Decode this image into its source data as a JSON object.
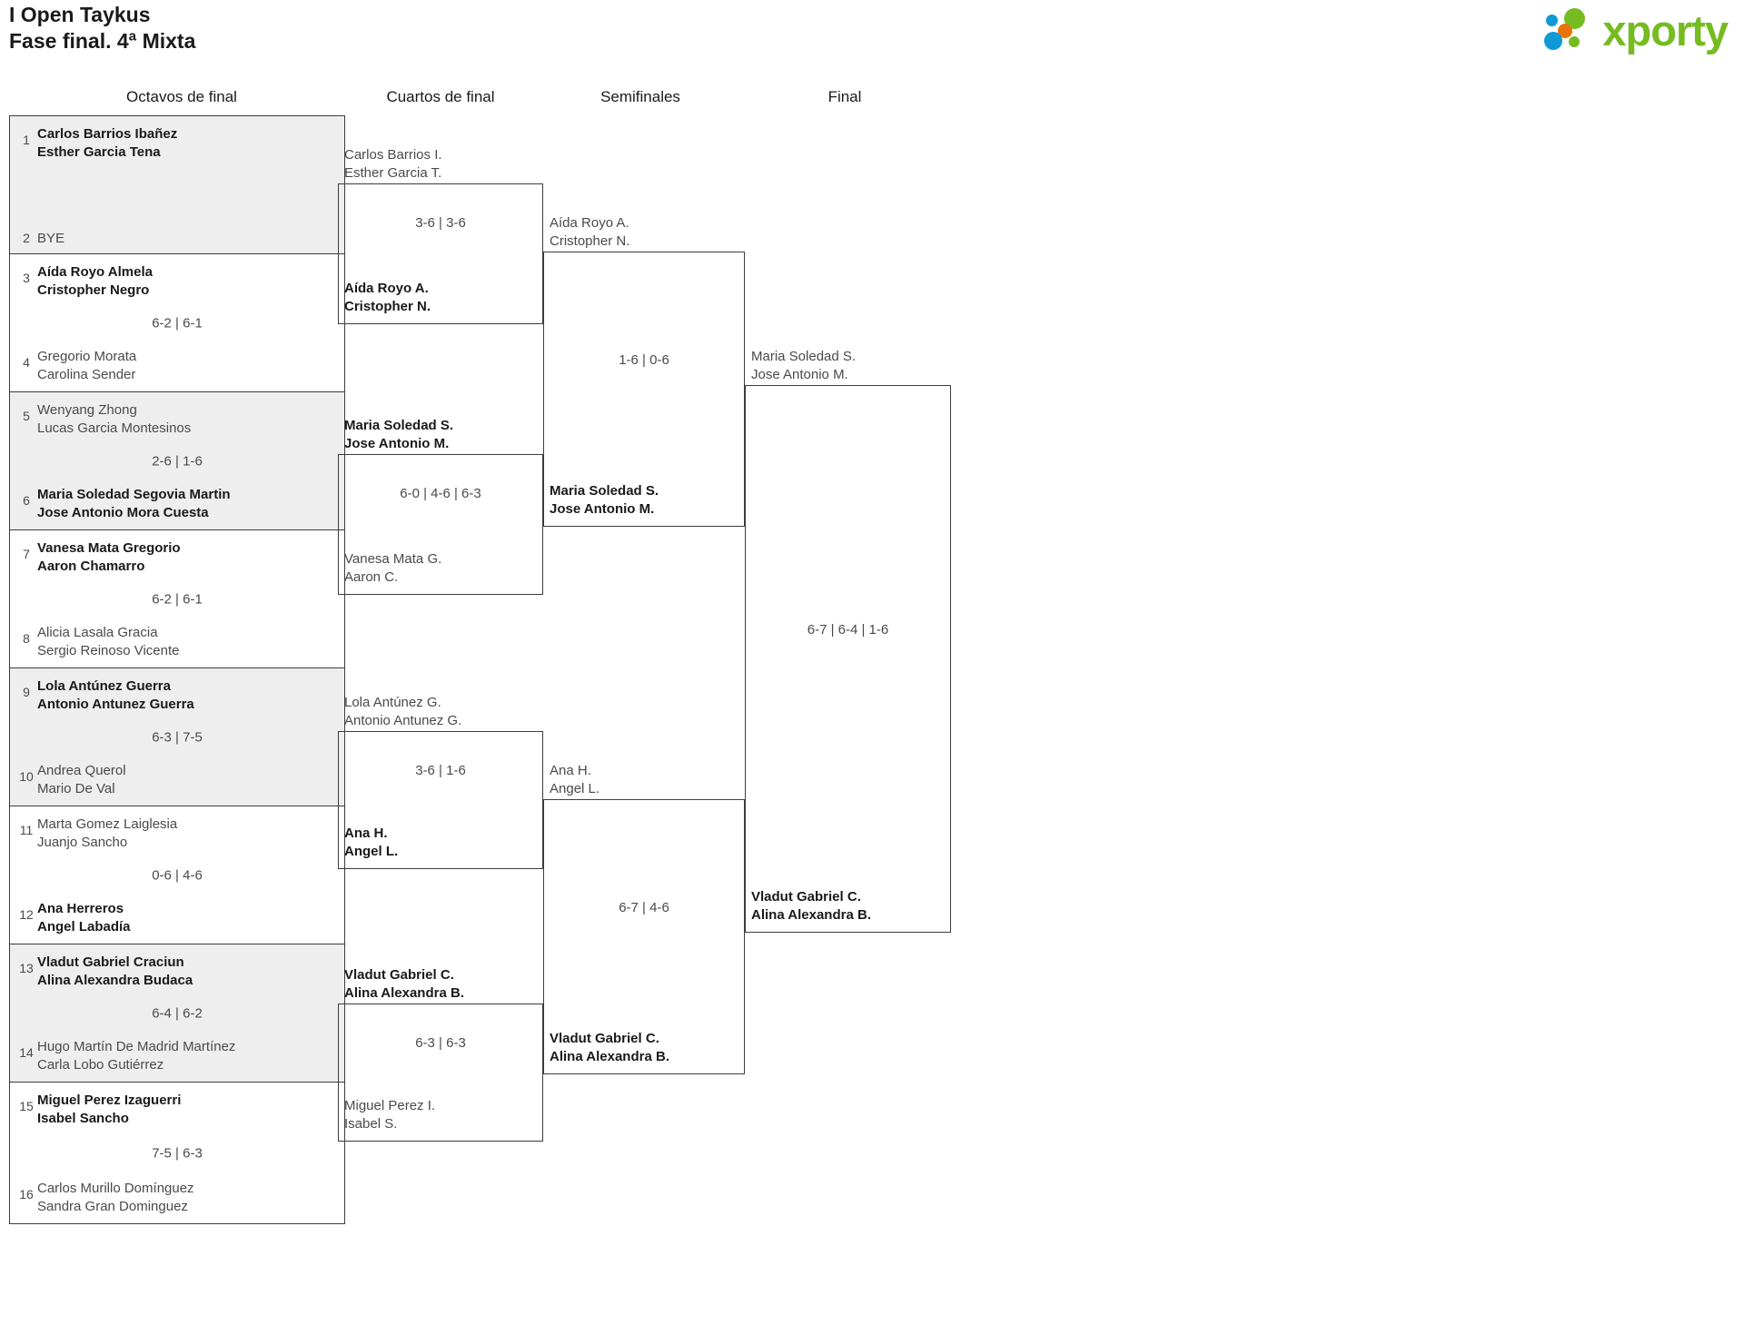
{
  "header": {
    "title_line1": "I Open Taykus",
    "title_line2": "Fase final. 4ª Mixta",
    "brand": "xporty",
    "brand_colors": {
      "green": "#76bc21",
      "blue": "#0f9ad6",
      "orange": "#e8730c"
    }
  },
  "rounds": [
    {
      "label": "Octavos de final"
    },
    {
      "label": "Cuartos de final"
    },
    {
      "label": "Semifinales"
    },
    {
      "label": "Final"
    }
  ],
  "round1": {
    "matches": [
      {
        "top": {
          "seed": "1",
          "p1": "Carlos Barrios Ibañez",
          "p2": "Esther Garcia Tena",
          "winner": true
        },
        "bottom": {
          "seed": "2",
          "bye": "BYE",
          "winner": false
        },
        "score": ""
      },
      {
        "top": {
          "seed": "3",
          "p1": "Aída Royo Almela",
          "p2": "Cristopher Negro",
          "winner": true
        },
        "bottom": {
          "seed": "4",
          "p1": "Gregorio Morata",
          "p2": "Carolina Sender",
          "winner": false
        },
        "score": "6-2 | 6-1"
      },
      {
        "top": {
          "seed": "5",
          "p1": "Wenyang Zhong",
          "p2": "Lucas Garcia Montesinos",
          "winner": false
        },
        "bottom": {
          "seed": "6",
          "p1": "Maria Soledad Segovia Martin",
          "p2": "Jose Antonio Mora Cuesta",
          "winner": true
        },
        "score": "2-6 | 1-6"
      },
      {
        "top": {
          "seed": "7",
          "p1": "Vanesa Mata Gregorio",
          "p2": "Aaron Chamarro",
          "winner": true
        },
        "bottom": {
          "seed": "8",
          "p1": "Alicia Lasala Gracia",
          "p2": "Sergio Reinoso Vicente",
          "winner": false
        },
        "score": "6-2 | 6-1"
      },
      {
        "top": {
          "seed": "9",
          "p1": "Lola Antúnez Guerra",
          "p2": "Antonio Antunez Guerra",
          "winner": true
        },
        "bottom": {
          "seed": "10",
          "p1": "Andrea Querol",
          "p2": "Mario De Val",
          "winner": false
        },
        "score": "6-3 | 7-5"
      },
      {
        "top": {
          "seed": "11",
          "p1": "Marta Gomez Laiglesia",
          "p2": "Juanjo Sancho",
          "winner": false
        },
        "bottom": {
          "seed": "12",
          "p1": "Ana Herreros",
          "p2": "Angel Labadía",
          "winner": true
        },
        "score": "0-6 | 4-6"
      },
      {
        "top": {
          "seed": "13",
          "p1": "Vladut Gabriel Craciun",
          "p2": "Alina Alexandra Budaca",
          "winner": true
        },
        "bottom": {
          "seed": "14",
          "p1": "Hugo Martín De Madrid Martínez",
          "p2": "Carla Lobo Gutiérrez",
          "winner": false
        },
        "score": "6-4 | 6-2"
      },
      {
        "top": {
          "seed": "15",
          "p1": "Miguel Perez Izaguerri",
          "p2": "Isabel Sancho",
          "winner": true
        },
        "bottom": {
          "seed": "16",
          "p1": "Carlos Murillo Domínguez",
          "p2": "Sandra Gran Dominguez",
          "winner": false
        },
        "score": "7-5 | 6-3"
      }
    ]
  },
  "round2": {
    "matches": [
      {
        "top": {
          "p1": "Carlos Barrios I.",
          "p2": "Esther Garcia T.",
          "winner": false
        },
        "bottom": {
          "p1": "Aída Royo A.",
          "p2": "Cristopher N.",
          "winner": true
        },
        "score": "3-6 | 3-6"
      },
      {
        "top": {
          "p1": "Maria Soledad S.",
          "p2": "Jose Antonio M.",
          "winner": true
        },
        "bottom": {
          "p1": "Vanesa Mata G.",
          "p2": "Aaron C.",
          "winner": false
        },
        "score": "6-0 | 4-6 | 6-3"
      },
      {
        "top": {
          "p1": "Lola Antúnez G.",
          "p2": "Antonio Antunez G.",
          "winner": false
        },
        "bottom": {
          "p1": "Ana H.",
          "p2": "Angel L.",
          "winner": true
        },
        "score": "3-6 | 1-6"
      },
      {
        "top": {
          "p1": "Vladut Gabriel C.",
          "p2": "Alina Alexandra B.",
          "winner": true
        },
        "bottom": {
          "p1": "Miguel Perez I.",
          "p2": "Isabel S.",
          "winner": false
        },
        "score": "6-3 | 6-3"
      }
    ]
  },
  "round3": {
    "matches": [
      {
        "top": {
          "p1": "Aída Royo A.",
          "p2": "Cristopher N.",
          "winner": false
        },
        "bottom": {
          "p1": "Maria Soledad S.",
          "p2": "Jose Antonio M.",
          "winner": true
        },
        "score": "1-6 | 0-6"
      },
      {
        "top": {
          "p1": "Ana H.",
          "p2": "Angel L.",
          "winner": false
        },
        "bottom": {
          "p1": "Vladut Gabriel C.",
          "p2": "Alina Alexandra B.",
          "winner": true
        },
        "score": "6-7 | 4-6"
      }
    ]
  },
  "round4": {
    "matches": [
      {
        "top": {
          "p1": "Maria Soledad S.",
          "p2": "Jose Antonio M.",
          "winner": false
        },
        "bottom": {
          "p1": "Vladut Gabriel C.",
          "p2": "Alina Alexandra B.",
          "winner": true
        },
        "score": "6-7 | 6-4 | 1-6"
      }
    ]
  }
}
